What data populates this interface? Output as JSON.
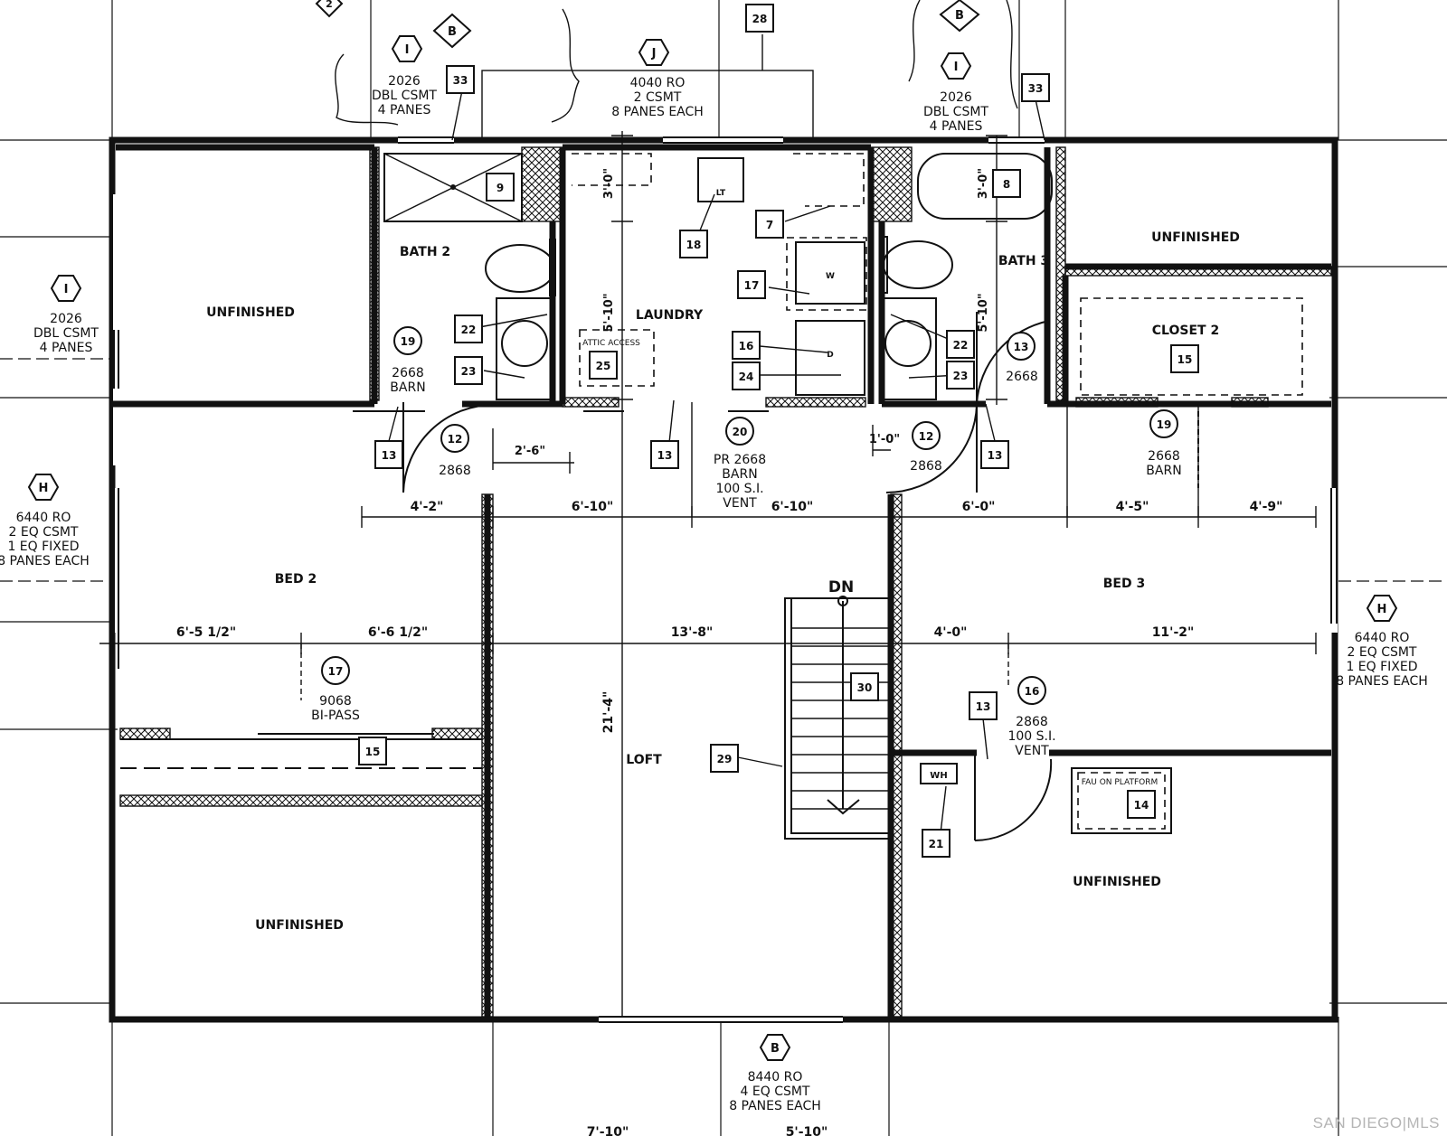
{
  "rooms": [
    {
      "id": "unfinished-nw",
      "label": "UNFINISHED"
    },
    {
      "id": "bath-2",
      "label": "BATH 2"
    },
    {
      "id": "laundry",
      "label": "LAUNDRY"
    },
    {
      "id": "bath-3",
      "label": "BATH 3"
    },
    {
      "id": "unfinished-ne",
      "label": "UNFINISHED"
    },
    {
      "id": "closet-2",
      "label": "CLOSET 2"
    },
    {
      "id": "bed-2",
      "label": "BED 2"
    },
    {
      "id": "bed-3",
      "label": "BED 3"
    },
    {
      "id": "loft",
      "label": "LOFT"
    },
    {
      "id": "unfinished-sw",
      "label": "UNFINISHED"
    },
    {
      "id": "unfinished-se",
      "label": "UNFINISHED"
    }
  ],
  "misc_labels": {
    "attic_access": "ATTIC ACCESS",
    "fau": "FAU ON PLATFORM",
    "wh": "WH",
    "lt": "LT",
    "washer": "W",
    "dryer": "D",
    "stair": "DN"
  },
  "window_notes": [
    {
      "id": "w-i-top-left",
      "tag": "I",
      "lines": [
        "2026",
        "DBL CSMT",
        "4 PANES"
      ]
    },
    {
      "id": "w-j-top",
      "tag": "J",
      "lines": [
        "4040 RO",
        "2 CSMT",
        "8 PANES EACH"
      ]
    },
    {
      "id": "w-i-top-right",
      "tag": "I",
      "lines": [
        "2026",
        "DBL CSMT",
        "4 PANES"
      ]
    },
    {
      "id": "w-i-left",
      "tag": "I",
      "lines": [
        "2026",
        "DBL CSMT",
        "4 PANES"
      ]
    },
    {
      "id": "w-h-left",
      "tag": "H",
      "lines": [
        "6440 RO",
        "2 EQ CSMT",
        "1 EQ FIXED",
        "8 PANES EACH"
      ]
    },
    {
      "id": "w-h-right",
      "tag": "H",
      "lines": [
        "6440 RO",
        "2 EQ CSMT",
        "1 EQ FIXED",
        "8 PANES EACH"
      ]
    },
    {
      "id": "w-b-bottom",
      "tag": "B",
      "lines": [
        "8440 RO",
        "4 EQ CSMT",
        "8 PANES EACH"
      ]
    }
  ],
  "diamond_tags": [
    "2",
    "B",
    "B"
  ],
  "door_notes": [
    {
      "id": "d-19-left",
      "tag": "19",
      "lines": [
        "2668",
        "BARN"
      ]
    },
    {
      "id": "d-12-left",
      "tag": "12",
      "lines": [
        "2868"
      ]
    },
    {
      "id": "d-20",
      "tag": "20",
      "lines": [
        "PR 2668",
        "BARN",
        "100 S.I.",
        "VENT"
      ]
    },
    {
      "id": "d-12-right",
      "tag": "12",
      "lines": [
        "2868"
      ]
    },
    {
      "id": "d-13-bath3",
      "tag": "13",
      "lines": [
        "2668"
      ]
    },
    {
      "id": "d-19-right",
      "tag": "19",
      "lines": [
        "2668",
        "BARN"
      ]
    },
    {
      "id": "d-17",
      "tag": "17",
      "lines": [
        "9068",
        "BI-PASS"
      ]
    },
    {
      "id": "d-16",
      "tag": "16",
      "lines": [
        "2868",
        "100 S.I.",
        "VENT"
      ]
    }
  ],
  "key_notes": [
    "33",
    "28",
    "33",
    "9",
    "8",
    "7",
    "18",
    "17",
    "22",
    "23",
    "25",
    "16",
    "24",
    "22",
    "23",
    "15",
    "13",
    "13",
    "13",
    "13",
    "15",
    "30",
    "29",
    "13",
    "21",
    "14"
  ],
  "dimensions": [
    "3'-0\"",
    "3'-0\"",
    "5'-10\"",
    "5'-10\"",
    "2'-6\"",
    "1'-0\"",
    "4'-2\"",
    "6'-10\"",
    "6'-10\"",
    "6'-0\"",
    "4'-5\"",
    "4'-9\"",
    "6'-5 1/2\"",
    "6'-6 1/2\"",
    "13'-8\"",
    "4'-0\"",
    "11'-2\"",
    "21'-4\"",
    "7'-10\"",
    "5'-10\""
  ],
  "watermark": "SAN DIEGO|MLS"
}
